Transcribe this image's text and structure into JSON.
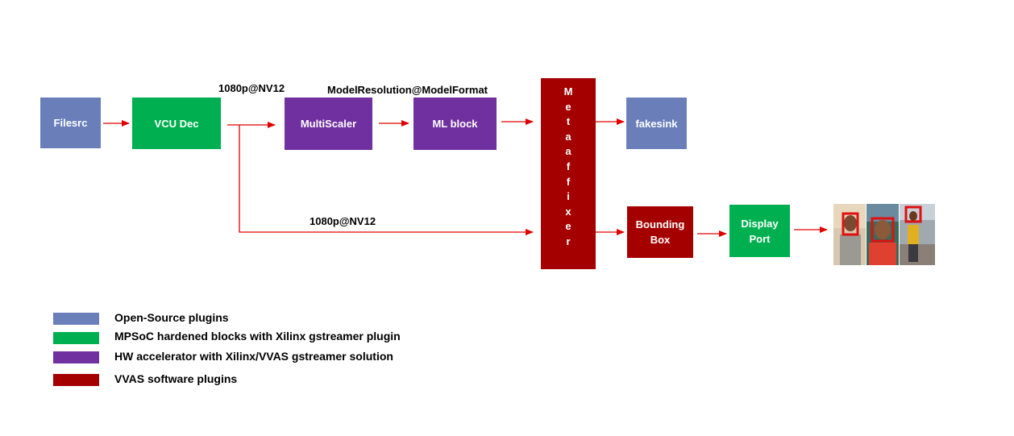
{
  "blocks": {
    "filesrc": "Filesrc",
    "vcu_dec": "VCU Dec",
    "multiscaler": "MultiScaler",
    "ml_block": "ML block",
    "fakesink": "fakesink",
    "bounding_box": [
      "Bounding",
      "Box"
    ],
    "display_port": [
      "Display",
      "Port"
    ],
    "metaaffixer_letters": [
      "M",
      "e",
      "t",
      "a",
      "a",
      "f",
      "f",
      "i",
      "x",
      "e",
      "r"
    ]
  },
  "labels": {
    "top_format": "1080p@NV12",
    "model_format": "ModelResolution@ModelFormat",
    "bottom_format": "1080p@NV12"
  },
  "legend": [
    {
      "color": "#6a7fba",
      "text": "Open-Source plugins"
    },
    {
      "color": "#00b050",
      "text": "MPSoC hardened blocks with Xilinx gstreamer plugin"
    },
    {
      "color": "#7030a0",
      "text": "HW accelerator with Xilinx/VVAS gstreamer solution"
    },
    {
      "color": "#a50000",
      "text": "VVAS software plugins"
    }
  ],
  "colors": {
    "open_source": "#6a7fba",
    "hardened": "#00b050",
    "hw_accel": "#7030a0",
    "software": "#a50000",
    "arrow": "#e00000"
  }
}
